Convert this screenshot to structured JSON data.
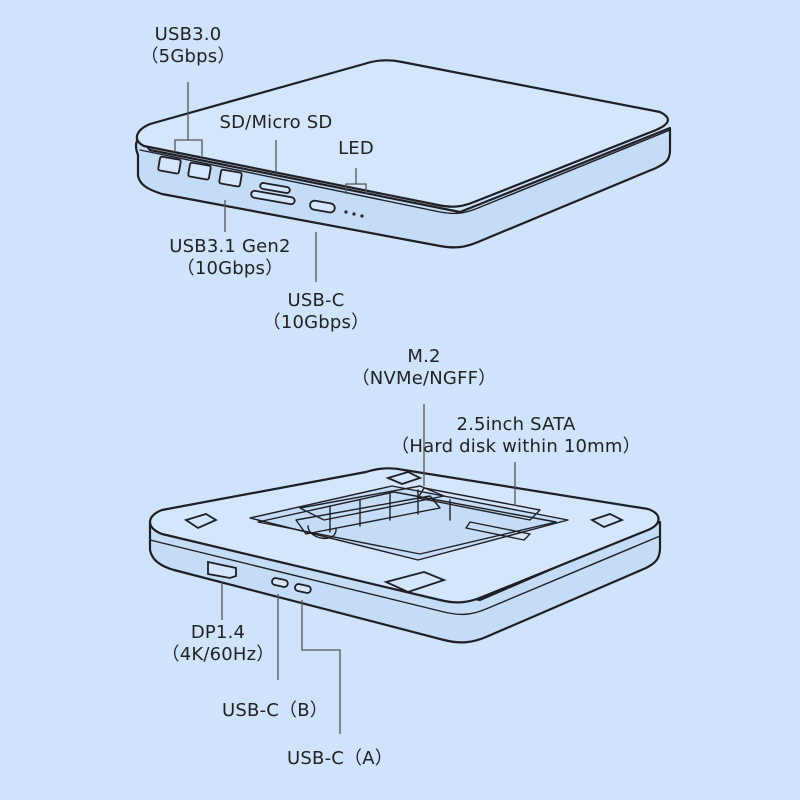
{
  "colors": {
    "background": "#cfe3fa",
    "outline": "#1f1f24",
    "leader_line": "#555555"
  },
  "top_device": {
    "labels": {
      "usb30": {
        "line1": "USB3.0",
        "line2": "（5Gbps）"
      },
      "sd": {
        "line1": "SD/Micro SD"
      },
      "led": {
        "line1": "LED"
      },
      "usb31": {
        "line1": "USB3.1 Gen2",
        "line2": "（10Gbps）"
      },
      "usbc": {
        "line1": "USB-C",
        "line2": "（10Gbps）"
      }
    }
  },
  "bottom_device": {
    "labels": {
      "m2": {
        "line1": "M.2",
        "line2": "（NVMe/NGFF）"
      },
      "sata": {
        "line1": "2.5inch SATA",
        "line2": "（Hard disk within 10mm）"
      },
      "dp": {
        "line1": "DP1.4",
        "line2": "（4K/60Hz）"
      },
      "usbc_b": {
        "line1": "USB-C（B）"
      },
      "usbc_a": {
        "line1": "USB-C（A）"
      }
    }
  }
}
